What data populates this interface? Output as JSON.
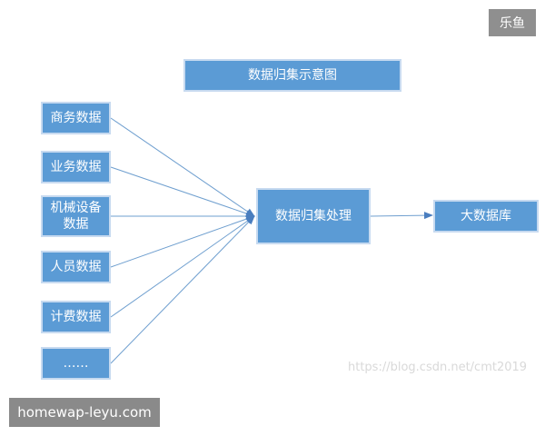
{
  "diagram": {
    "title": "数据归集示意图",
    "sources": [
      "商务数据",
      "业务数据",
      "机械设备\n数据",
      "人员数据",
      "计费数据",
      "……"
    ],
    "process": "数据归集处理",
    "destination": "大数据库"
  },
  "overlay": {
    "corner_badge": "乐鱼",
    "site_label": "homewap-leyu.com",
    "watermark": "https://blog.csdn.net/cmt2019"
  },
  "colors": {
    "box_fill": "#5b9bd5",
    "box_border": "#c7daf0",
    "line": "#6f9fcf",
    "arrow": "#4a7ebf"
  }
}
